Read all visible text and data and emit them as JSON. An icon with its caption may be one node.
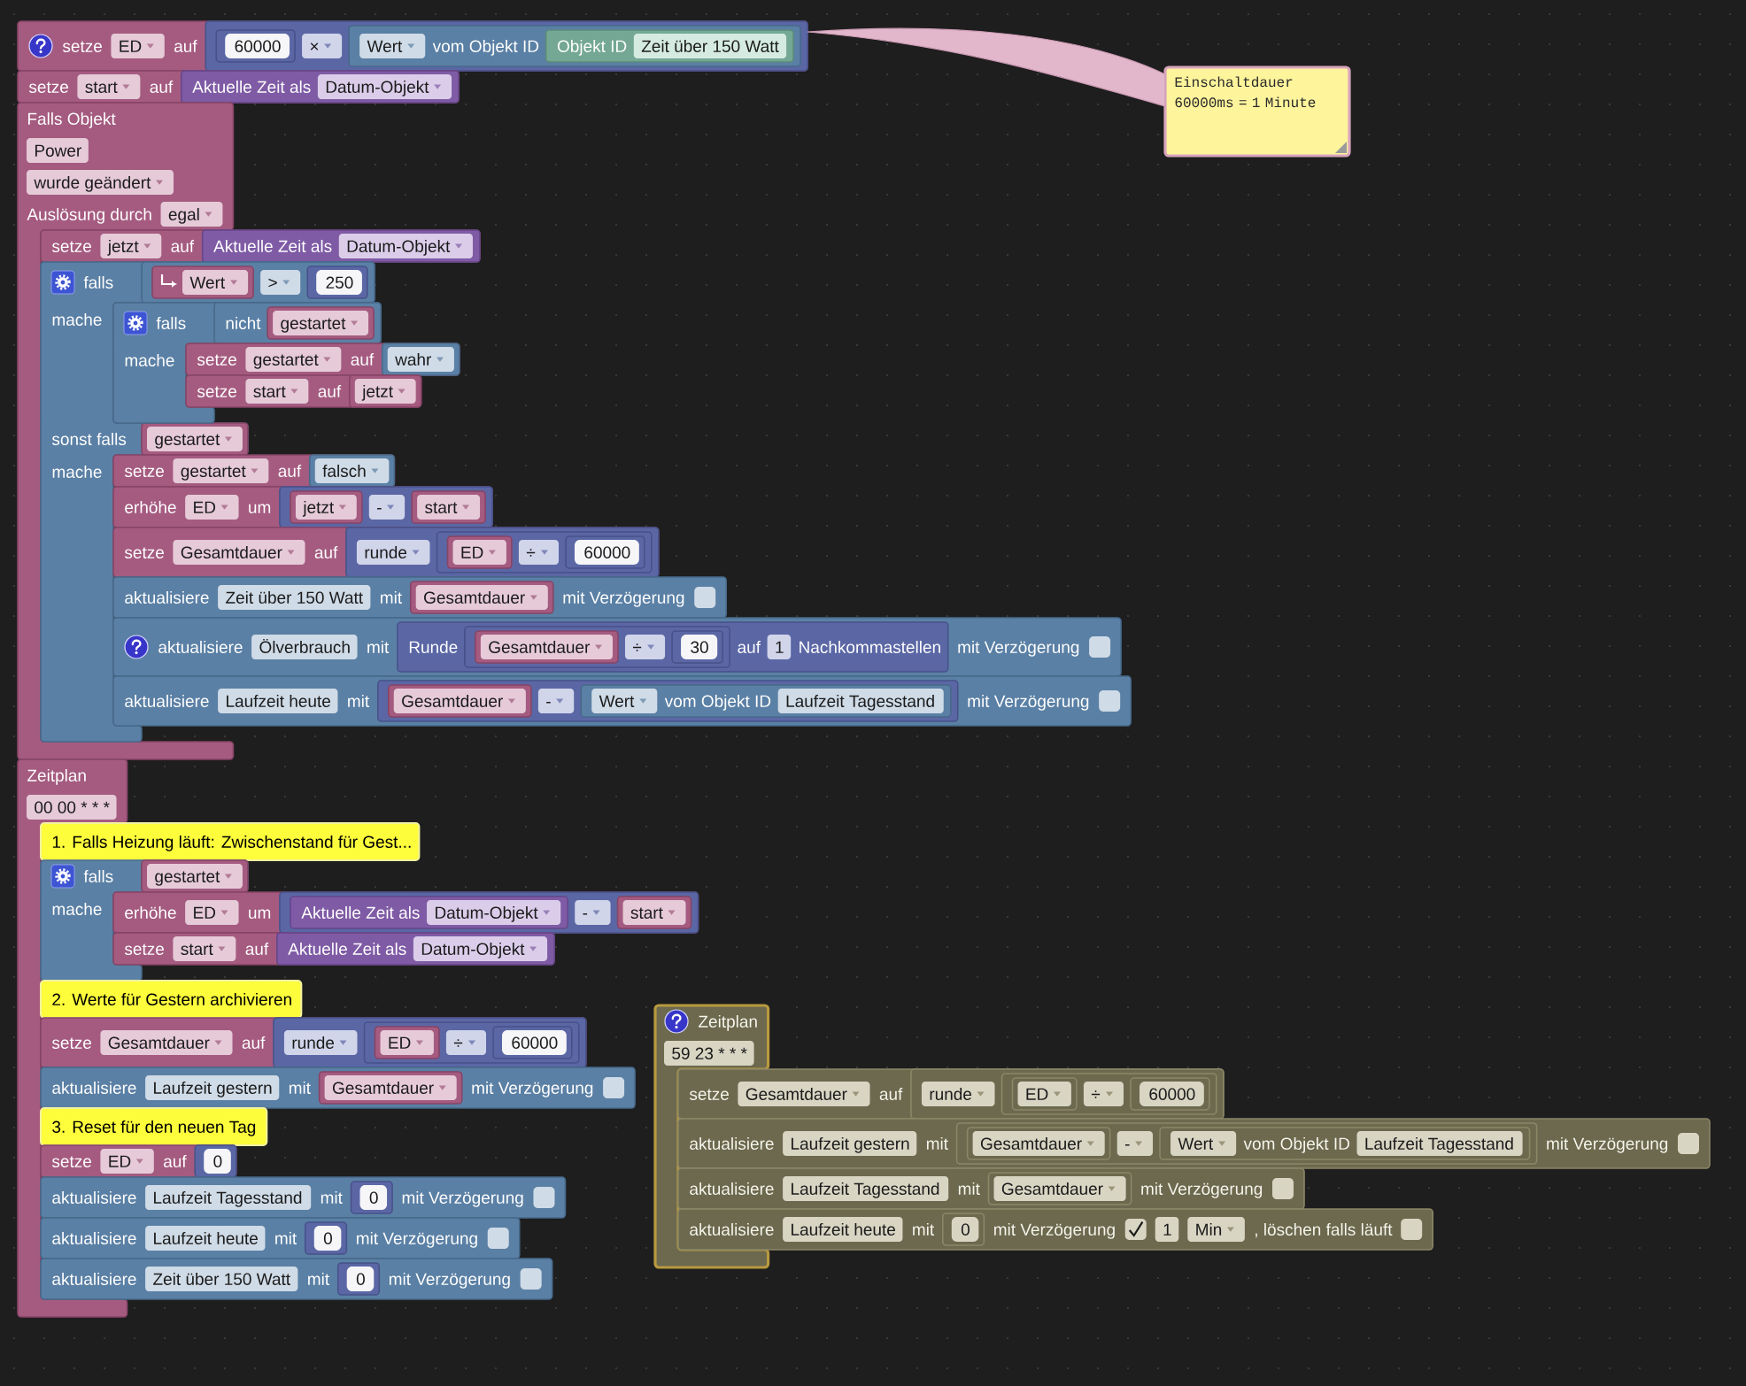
{
  "diagram": {
    "nodes": [
      {
        "text": [
          "setze",
          "auf"
        ]
      },
      {
        "text": [
          "ED"
        ],
        "in": 0
      },
      {
        "text": [],
        "shape": "box",
        "in": 0
      },
      {
        "text": [
          "60000"
        ],
        "in": 2
      },
      {
        "text": [
          "×"
        ],
        "in": 2
      },
      {
        "text": [
          "vom Objekt ID"
        ],
        "in": 2
      },
      {
        "text": [
          "Wert"
        ],
        "in": 5
      },
      {
        "text": [
          "Objekt ID"
        ],
        "in": 5
      },
      {
        "text": [
          "Zeit über 150 Watt"
        ],
        "in": 7
      },
      {
        "text": [
          "setze",
          "auf"
        ]
      },
      {
        "text": [
          "start"
        ],
        "in": 9
      },
      {
        "text": [
          "Aktuelle Zeit als"
        ],
        "in": 9
      },
      {
        "text": [
          "Datum-Objekt"
        ],
        "in": 11
      },
      {
        "text": [
          "Falls Objekt",
          "Auslösung durch"
        ]
      },
      {
        "text": [
          "Power"
        ],
        "in": 13
      },
      {
        "text": [
          "wurde geändert"
        ],
        "in": 13
      },
      {
        "text": [
          "egal"
        ],
        "in": 13
      },
      {
        "text": [
          "setze",
          "auf"
        ]
      },
      {
        "text": [
          "jetzt"
        ],
        "in": 17
      },
      {
        "text": [
          "Aktuelle Zeit als"
        ],
        "in": 17
      },
      {
        "text": [
          "Datum-Objekt"
        ],
        "in": 19
      },
      {
        "text": [
          "falls",
          "mache",
          "sonst falls",
          "mache"
        ]
      },
      {
        "text": [],
        "shape": "box",
        "in": 21
      },
      {
        "text": [
          "Wert"
        ],
        "in": 22
      },
      {
        "text": [
          ">"
        ],
        "in": 22
      },
      {
        "text": [
          "250"
        ],
        "in": 22
      },
      {
        "text": [
          "falls",
          "mache"
        ]
      },
      {
        "text": [
          "nicht"
        ],
        "in": 26
      },
      {
        "text": [
          "gestartet"
        ],
        "in": 27
      },
      {
        "text": [
          "setze",
          "auf"
        ]
      },
      {
        "text": [
          "gestartet"
        ],
        "in": 29
      },
      {
        "text": [
          "wahr"
        ],
        "in": 29
      },
      {
        "text": [
          "setze",
          "auf"
        ]
      },
      {
        "text": [
          "start"
        ],
        "in": 32
      },
      {
        "text": [
          "jetzt"
        ],
        "in": 32
      },
      {
        "text": [
          "gestartet"
        ],
        "in": 21
      },
      {
        "text": [
          "setze",
          "auf"
        ]
      },
      {
        "text": [
          "gestartet"
        ],
        "in": 36
      },
      {
        "text": [
          "falsch"
        ],
        "in": 36
      },
      {
        "text": [
          "erhöhe",
          "um"
        ]
      },
      {
        "text": [
          "ED"
        ],
        "in": 39
      },
      {
        "text": [],
        "shape": "box",
        "in": 39
      },
      {
        "text": [
          "jetzt"
        ],
        "in": 41
      },
      {
        "text": [
          "-"
        ],
        "in": 41
      },
      {
        "text": [
          "start"
        ],
        "in": 41
      },
      {
        "text": [
          "setze",
          "auf"
        ]
      },
      {
        "text": [
          "Gesamtdauer"
        ],
        "in": 45
      },
      {
        "text": [],
        "shape": "box",
        "in": 45
      },
      {
        "text": [
          "runde"
        ],
        "in": 47
      },
      {
        "text": [],
        "shape": "box",
        "in": 47
      },
      {
        "text": [
          "ED"
        ],
        "in": 49
      },
      {
        "text": [
          "÷"
        ],
        "in": 49
      },
      {
        "text": [
          "60000"
        ],
        "in": 49
      },
      {
        "text": [
          "aktualisiere",
          "mit",
          "mit Verzögerung"
        ]
      },
      {
        "text": [
          "Zeit über 150 Watt"
        ],
        "in": 53
      },
      {
        "text": [
          "Gesamtdauer"
        ],
        "in": 53
      },
      {
        "text": [
          "aktualisiere",
          "mit",
          "mit Verzögerung"
        ]
      },
      {
        "text": [
          "Ölverbrauch"
        ],
        "in": 56
      },
      {
        "text": [
          "Runde",
          "auf",
          "Nachkommastellen"
        ],
        "in": 56
      },
      {
        "text": [],
        "shape": "box",
        "in": 58
      },
      {
        "text": [
          "Gesamtdauer"
        ],
        "in": 59
      },
      {
        "text": [
          "÷"
        ],
        "in": 59
      },
      {
        "text": [
          "30"
        ],
        "in": 59
      },
      {
        "text": [
          "1"
        ],
        "in": 58
      },
      {
        "text": [
          "aktualisiere",
          "mit",
          "mit Verzögerung"
        ]
      },
      {
        "text": [
          "Laufzeit heute"
        ],
        "in": 64
      },
      {
        "text": [],
        "shape": "box",
        "in": 64
      },
      {
        "text": [
          "Gesamtdauer"
        ],
        "in": 66
      },
      {
        "text": [
          "-"
        ],
        "in": 66
      },
      {
        "text": [
          "vom Objekt ID"
        ],
        "in": 66
      },
      {
        "text": [
          "Wert"
        ],
        "in": 69
      },
      {
        "text": [
          "Laufzeit Tagesstand"
        ],
        "in": 69
      },
      {
        "text": [
          "Zeitplan"
        ]
      },
      {
        "text": [
          "00 00 * * *"
        ],
        "in": 72
      },
      {
        "text": [
          "1. Falls Heizung läuft: Zwischenstand für Gest..."
        ]
      },
      {
        "text": [
          "falls",
          "mache"
        ]
      },
      {
        "text": [
          "gestartet"
        ],
        "in": 75
      },
      {
        "text": [
          "erhöhe",
          "um"
        ]
      },
      {
        "text": [
          "ED"
        ],
        "in": 77
      },
      {
        "text": [],
        "shape": "box",
        "in": 77
      },
      {
        "text": [
          "Aktuelle Zeit als"
        ],
        "in": 79
      },
      {
        "text": [
          "Datum-Objekt"
        ],
        "in": 80
      },
      {
        "text": [
          "-"
        ],
        "in": 79
      },
      {
        "text": [
          "start"
        ],
        "in": 79
      },
      {
        "text": [
          "setze",
          "auf"
        ]
      },
      {
        "text": [
          "start"
        ],
        "in": 84
      },
      {
        "text": [
          "Aktuelle Zeit als"
        ],
        "in": 84
      },
      {
        "text": [
          "Datum-Objekt"
        ],
        "in": 86
      },
      {
        "text": [
          "2. Werte für Gestern archivieren"
        ]
      },
      {
        "text": [
          "setze",
          "auf"
        ]
      },
      {
        "text": [
          "Gesamtdauer"
        ],
        "in": 89
      },
      {
        "text": [],
        "shape": "box",
        "in": 89
      },
      {
        "text": [
          "runde"
        ],
        "in": 91
      },
      {
        "text": [],
        "shape": "box",
        "in": 91
      },
      {
        "text": [
          "ED"
        ],
        "in": 93
      },
      {
        "text": [
          "÷"
        ],
        "in": 93
      },
      {
        "text": [
          "60000"
        ],
        "in": 93
      },
      {
        "text": [
          "aktualisiere",
          "mit",
          "mit Verzögerung"
        ]
      },
      {
        "text": [
          "Laufzeit gestern"
        ],
        "in": 97
      },
      {
        "text": [
          "Gesamtdauer"
        ],
        "in": 97
      },
      {
        "text": [
          "3. Reset für den neuen Tag"
        ]
      },
      {
        "text": [
          "setze",
          "auf"
        ]
      },
      {
        "text": [
          "ED"
        ],
        "in": 101
      },
      {
        "text": [
          "0"
        ],
        "in": 101
      },
      {
        "text": [
          "aktualisiere",
          "mit",
          "mit Verzögerung"
        ]
      },
      {
        "text": [
          "Laufzeit Tagesstand"
        ],
        "in": 104
      },
      {
        "text": [
          "0"
        ],
        "in": 104
      },
      {
        "text": [
          "aktualisiere",
          "mit",
          "mit Verzögerung"
        ]
      },
      {
        "text": [
          "Laufzeit heute"
        ],
        "in": 107
      },
      {
        "text": [
          "0"
        ],
        "in": 107
      },
      {
        "text": [
          "aktualisiere",
          "mit",
          "mit Verzögerung"
        ]
      },
      {
        "text": [
          "Zeit über 150 Watt"
        ],
        "in": 110
      },
      {
        "text": [
          "0"
        ],
        "in": 110
      },
      {
        "text": [
          "Zeitplan"
        ]
      },
      {
        "text": [
          "59 23 * * *"
        ],
        "in": 113
      },
      {
        "text": [
          "setze",
          "auf"
        ]
      },
      {
        "text": [
          "Gesamtdauer"
        ],
        "in": 115
      },
      {
        "text": [],
        "shape": "box",
        "in": 115
      },
      {
        "text": [
          "runde"
        ],
        "in": 117
      },
      {
        "text": [],
        "shape": "box",
        "in": 117
      },
      {
        "text": [
          "ED"
        ],
        "in": 119
      },
      {
        "text": [
          "÷"
        ],
        "in": 119
      },
      {
        "text": [
          "60000"
        ],
        "in": 119
      },
      {
        "text": [
          "aktualisiere",
          "mit",
          "mit Verzögerung"
        ]
      },
      {
        "text": [
          "Laufzeit gestern"
        ],
        "in": 123
      },
      {
        "text": [],
        "shape": "box",
        "in": 123
      },
      {
        "text": [
          "Gesamtdauer"
        ],
        "in": 125
      },
      {
        "text": [
          "-"
        ],
        "in": 125
      },
      {
        "text": [
          "vom Objekt ID"
        ],
        "in": 125
      },
      {
        "text": [
          "Wert"
        ],
        "in": 128
      },
      {
        "text": [
          "Laufzeit Tagesstand"
        ],
        "in": 128
      },
      {
        "text": [
          "aktualisiere",
          "mit",
          "mit Verzögerung"
        ]
      },
      {
        "text": [
          "Laufzeit Tagesstand"
        ],
        "in": 131
      },
      {
        "text": [
          "Gesamtdauer"
        ],
        "in": 131
      },
      {
        "text": [
          "aktualisiere",
          "mit",
          "mit Verzögerung",
          ", löschen falls läuft"
        ]
      },
      {
        "text": [
          "Laufzeit heute"
        ],
        "in": 134
      },
      {
        "text": [
          "0"
        ],
        "in": 134
      },
      {
        "text": [
          "1"
        ],
        "in": 134
      },
      {
        "text": [
          "Min"
        ],
        "in": 134
      },
      {
        "text": [
          "Einschaltdauer 60000ms = 1 Minute"
        ]
      }
    ],
    "edges": [
      {
        "from": 0,
        "to": 139,
        "arrow": "none"
      }
    ]
  }
}
